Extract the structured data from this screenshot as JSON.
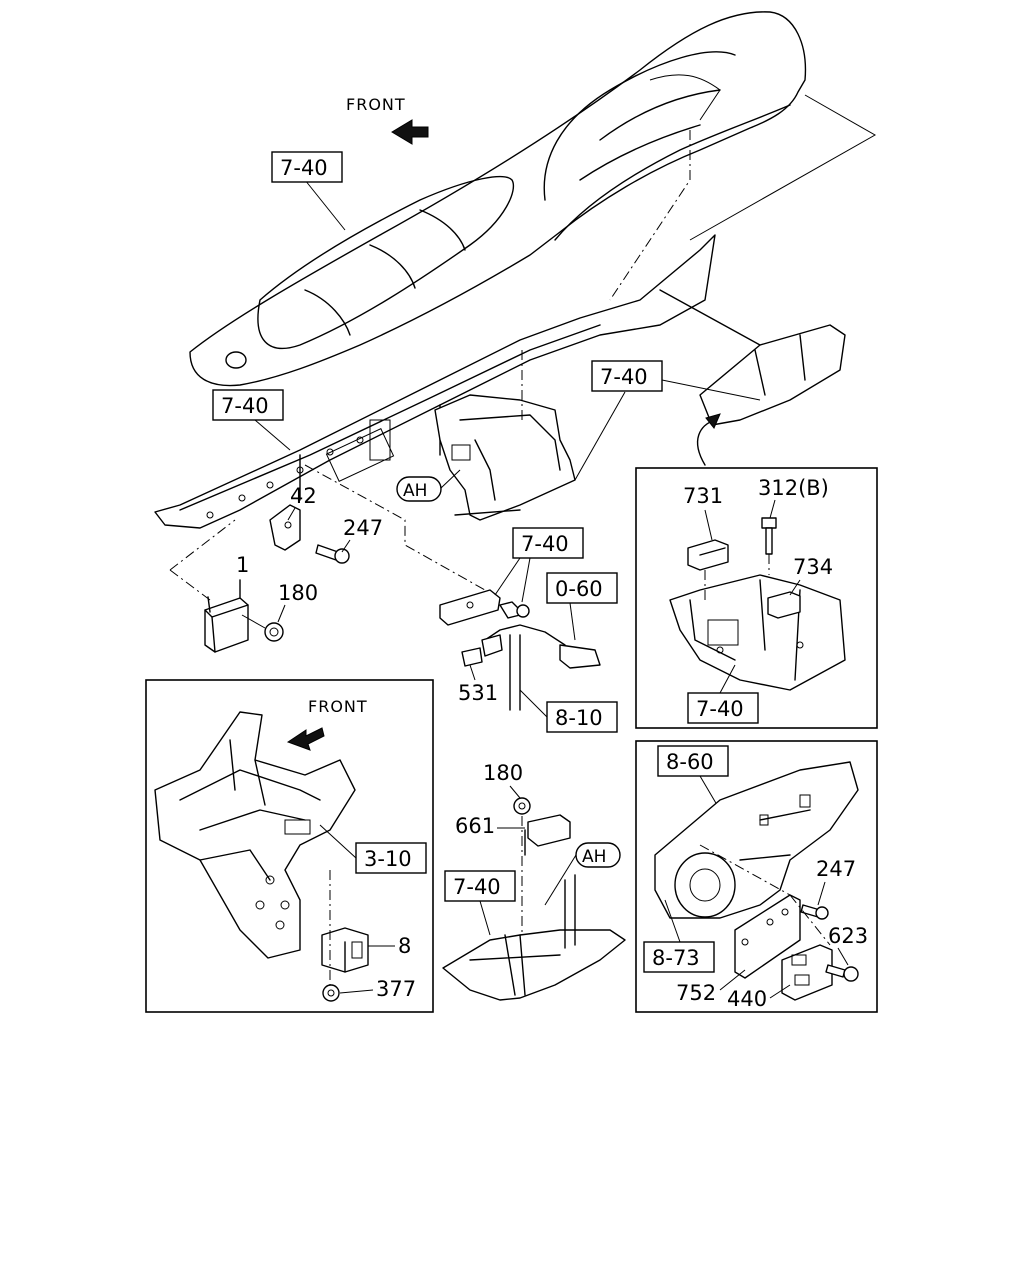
{
  "front_labels": [
    "FRONT",
    "FRONT"
  ],
  "ref_boxes": [
    "7-40",
    "7-40",
    "7-40",
    "7-40",
    "0-60",
    "8-10",
    "7-40",
    "3-10",
    "7-40",
    "8-60",
    "8-73"
  ],
  "circle_refs": [
    "AH",
    "AH"
  ],
  "callouts": [
    "42",
    "247",
    "1",
    "180",
    "531",
    "731",
    "312(B)",
    "734",
    "180",
    "661",
    "8",
    "377",
    "247",
    "623",
    "752",
    "440"
  ]
}
